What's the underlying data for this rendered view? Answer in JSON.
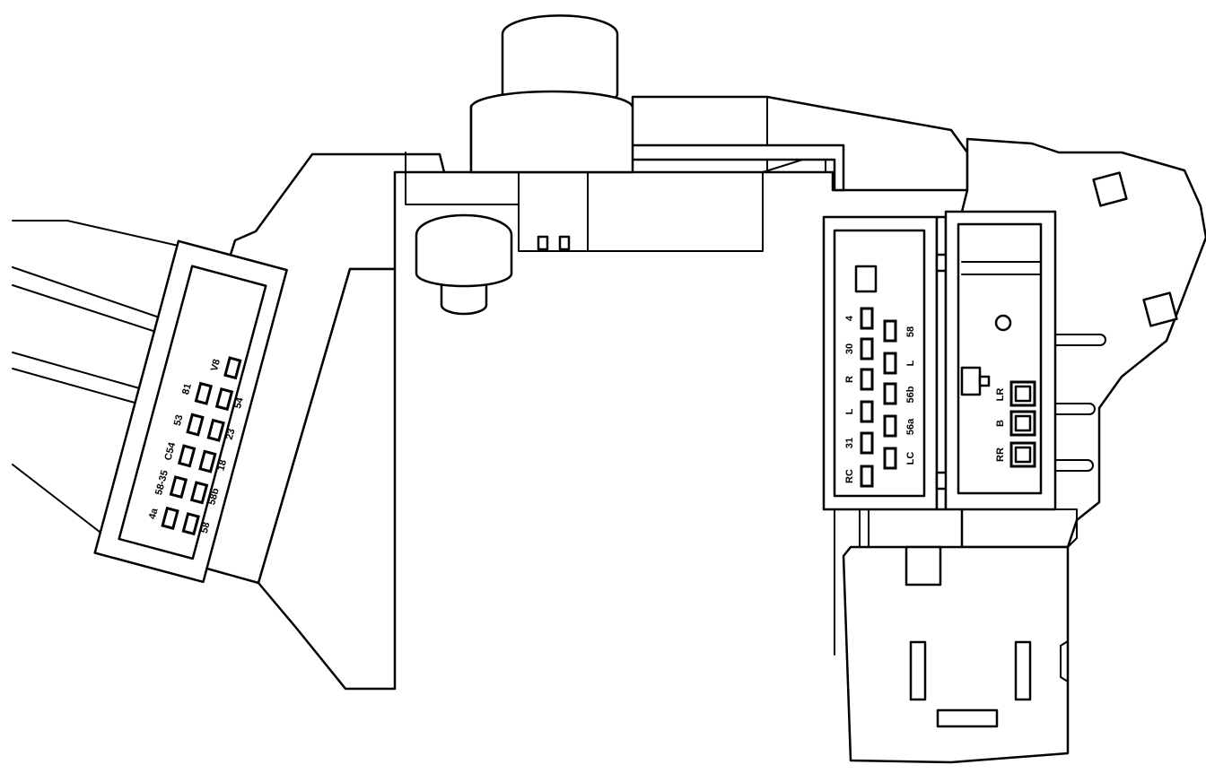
{
  "colors": {
    "line": "#000000",
    "fill": "#ffffff"
  },
  "left_connector": {
    "labels": {
      "v8": "V8",
      "n81": "81",
      "n54": "54",
      "n53": "53",
      "n23": "23",
      "c54": "C54",
      "n18": "18",
      "n58_35": "58-35",
      "n58b": "58b",
      "n4a": "4a",
      "n58": "58"
    }
  },
  "right_connector": {
    "labels": {
      "n4": "4",
      "n58": "58",
      "n30": "30",
      "r": "R",
      "l_upper": "L",
      "n56b": "56b",
      "l_lower": "L",
      "n56a": "56a",
      "n31": "31",
      "lc": "LC",
      "rc": "RC"
    }
  },
  "side_terminals": {
    "labels": {
      "lr": "LR",
      "b": "B",
      "rr": "RR"
    }
  }
}
